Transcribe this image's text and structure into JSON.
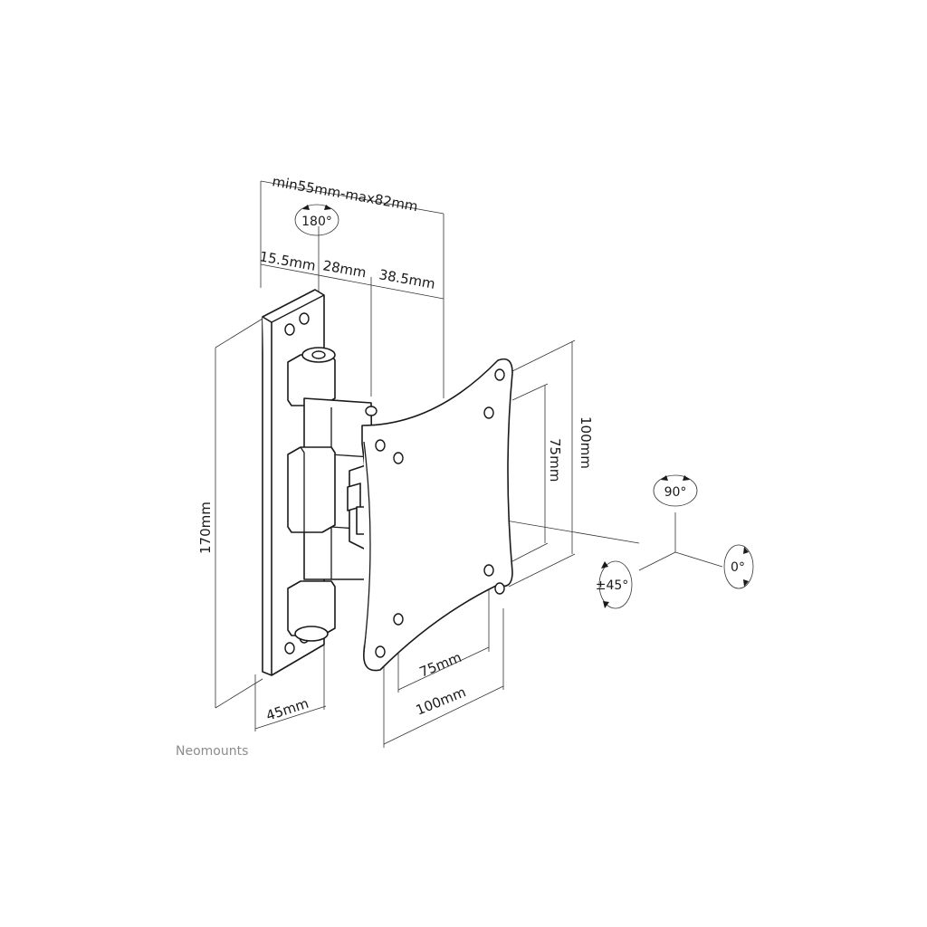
{
  "brand": "Neomounts",
  "dimensions": {
    "depth_range": "min55mm-max82mm",
    "seg_a": "15.5mm",
    "seg_b": "28mm",
    "seg_c": "38.5mm",
    "height": "170mm",
    "width": "45mm",
    "vesa_h_small": "75mm",
    "vesa_h_large": "100mm",
    "vesa_v_small": "75mm",
    "vesa_v_large": "100mm"
  },
  "angles": {
    "swivel": "180°",
    "tilt": "90°",
    "rotate": "0°",
    "tilt_range": "±45°"
  }
}
